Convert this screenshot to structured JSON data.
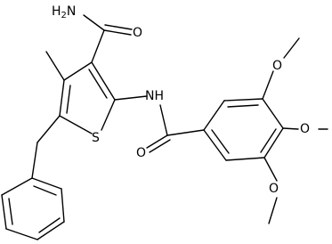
{
  "molecule": {
    "atom_labels": {
      "amide_nh2": "H2N",
      "amide_o": "O",
      "thiophene_s": "S",
      "amide_nh": "NH",
      "benzoyl_o": "O",
      "methoxy_o_3": "O",
      "methoxy_o_4": "O",
      "methoxy_o_5": "O"
    }
  }
}
